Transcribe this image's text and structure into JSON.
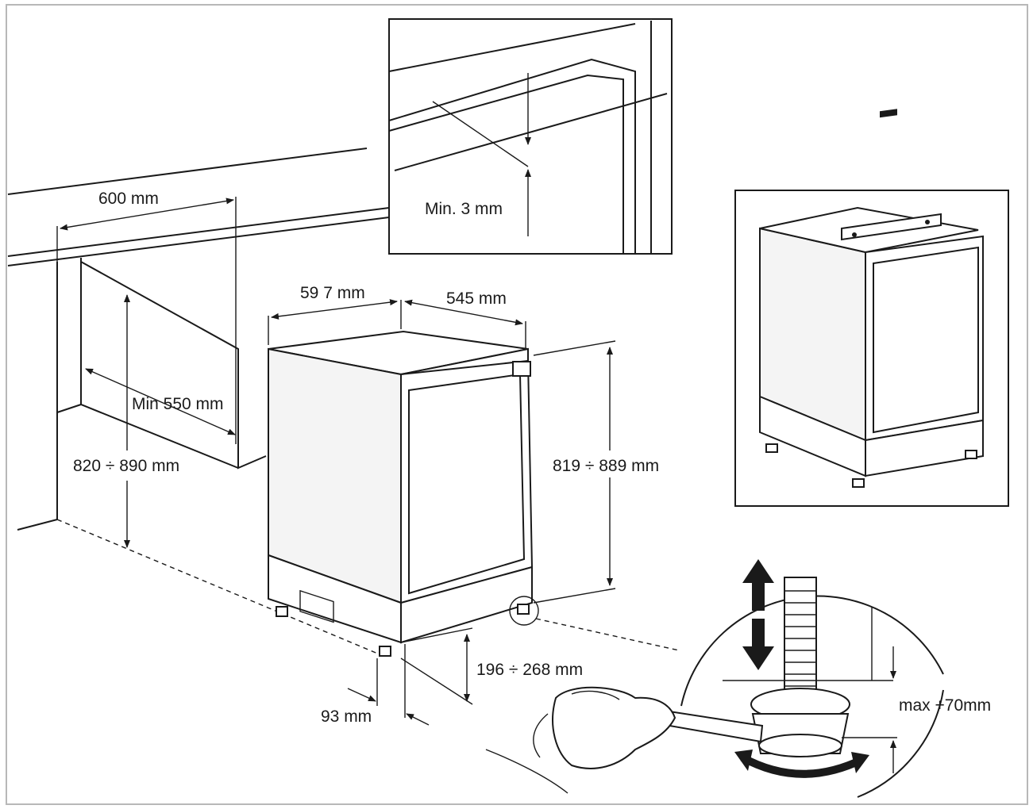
{
  "labels": {
    "niche_width": "600 mm",
    "min_gap": "Min. 3 mm",
    "niche_depth": "Min 550 mm",
    "niche_height": "820 ÷ 890 mm",
    "appliance_width": "59 7 mm",
    "appliance_depth": "545 mm",
    "appliance_height": "819 ÷ 889 mm",
    "plinth_height": "196 ÷ 268 mm",
    "plinth_depth": "93  mm",
    "foot_adjust": "max +70mm"
  }
}
